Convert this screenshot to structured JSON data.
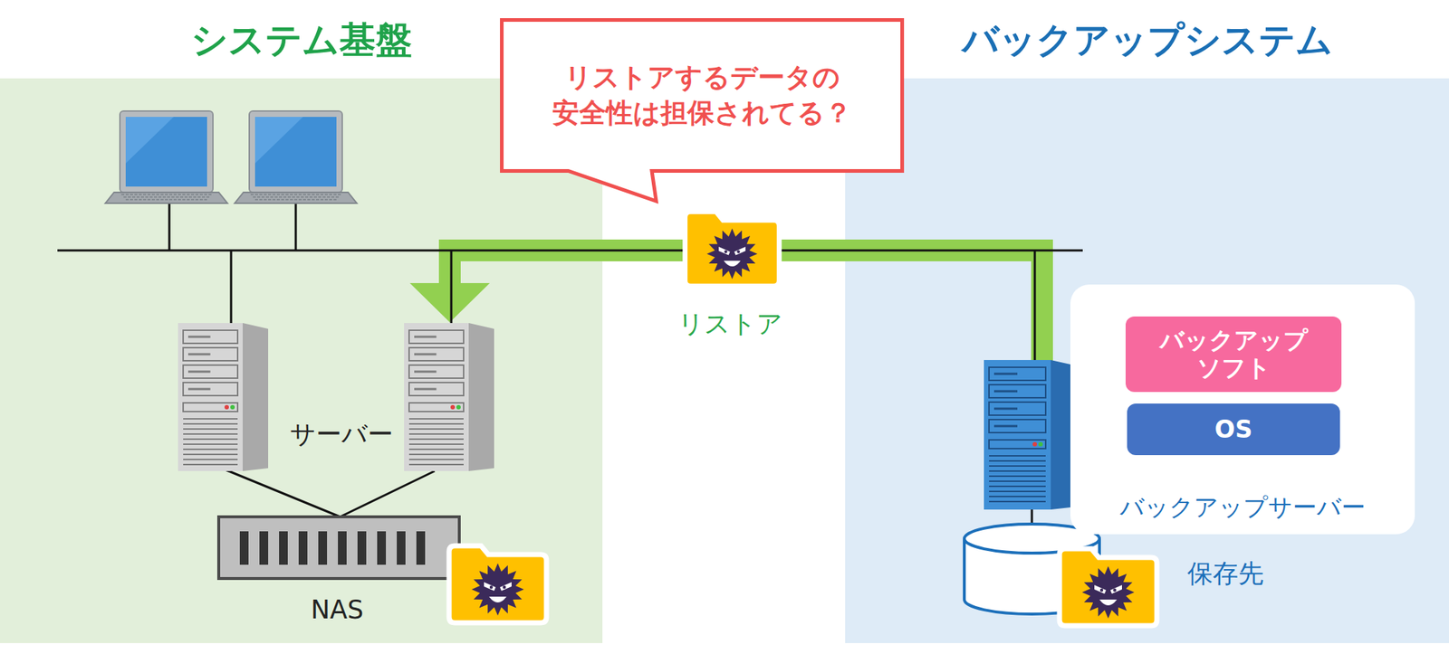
{
  "diagram": {
    "nodes": [
      {
        "text": [
          "システム基盤"
        ]
      },
      {
        "text": [
          "リストアするデータの 安全性は担保されてる？"
        ]
      },
      {
        "text": [
          "バックアップシステム"
        ]
      },
      {
        "text": [
          "バックアップサーバー"
        ],
        "in": 2
      },
      {
        "text": [
          "バックアップ ソフト"
        ],
        "in": 3
      },
      {
        "text": [
          "OS"
        ],
        "in": 3
      }
    ],
    "labels": [
      "サーバー",
      "NAS",
      "リストア",
      "保存先"
    ]
  }
}
